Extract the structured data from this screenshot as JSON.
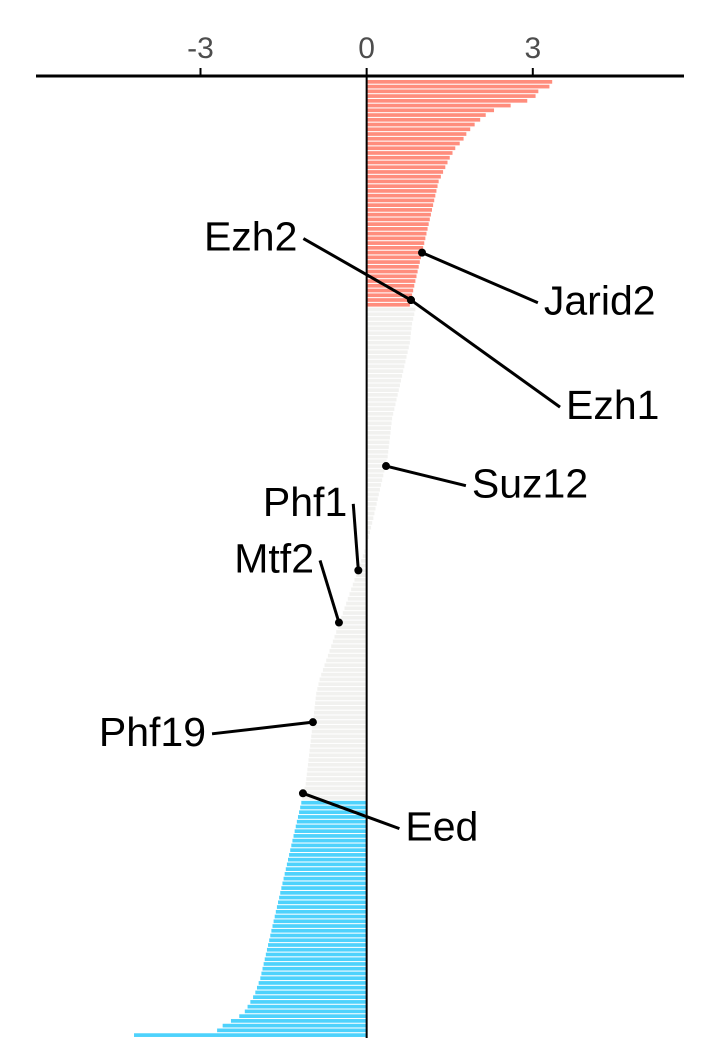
{
  "chart_data": {
    "type": "bar",
    "orientation": "horizontal",
    "xlim": [
      -5.97,
      5.73
    ],
    "xticks": [
      -3,
      0,
      3
    ],
    "xtick_labels": [
      "-3",
      "0",
      "3"
    ],
    "grid": false,
    "colors": {
      "up": "#ff8d7d",
      "neutral": "#f1f1ef",
      "down": "#4ed2fc",
      "axis": "#000000"
    },
    "groups": [
      {
        "name": "up",
        "count": 48,
        "color": "#ff8d7d"
      },
      {
        "name": "neutral",
        "count": 104,
        "color": "#f1f1ef"
      },
      {
        "name": "down",
        "count": 51,
        "color": "#4ed2fc"
      }
    ],
    "values": [
      3.35,
      3.3,
      3.1,
      3.05,
      2.9,
      2.6,
      2.3,
      2.15,
      2.05,
      1.95,
      1.87,
      1.8,
      1.75,
      1.68,
      1.6,
      1.55,
      1.5,
      1.46,
      1.42,
      1.38,
      1.34,
      1.3,
      1.28,
      1.26,
      1.24,
      1.22,
      1.2,
      1.18,
      1.16,
      1.14,
      1.12,
      1.1,
      1.08,
      1.06,
      1.04,
      1.02,
      1.0,
      0.98,
      0.96,
      0.94,
      0.92,
      0.9,
      0.88,
      0.86,
      0.84,
      0.82,
      0.8,
      0.78,
      0.88,
      0.86,
      0.84,
      0.82,
      0.81,
      0.8,
      0.79,
      0.78,
      0.76,
      0.74,
      0.72,
      0.7,
      0.68,
      0.66,
      0.64,
      0.62,
      0.6,
      0.58,
      0.56,
      0.54,
      0.52,
      0.5,
      0.48,
      0.46,
      0.45,
      0.44,
      0.43,
      0.42,
      0.41,
      0.4,
      0.39,
      0.38,
      0.36,
      0.34,
      0.32,
      0.3,
      0.28,
      0.26,
      0.24,
      0.22,
      0.2,
      0.18,
      0.16,
      0.14,
      0.12,
      0.1,
      0.08,
      0.06,
      0.04,
      0.02,
      -0.02,
      -0.04,
      -0.07,
      -0.1,
      -0.13,
      -0.16,
      -0.19,
      -0.22,
      -0.25,
      -0.28,
      -0.31,
      -0.34,
      -0.37,
      -0.4,
      -0.43,
      -0.46,
      -0.49,
      -0.52,
      -0.55,
      -0.58,
      -0.61,
      -0.64,
      -0.67,
      -0.7,
      -0.73,
      -0.76,
      -0.79,
      -0.82,
      -0.85,
      -0.87,
      -0.89,
      -0.91,
      -0.92,
      -0.93,
      -0.94,
      -0.95,
      -0.96,
      -0.97,
      -0.98,
      -0.99,
      -1.0,
      -1.01,
      -1.02,
      -1.03,
      -1.04,
      -1.05,
      -1.06,
      -1.07,
      -1.08,
      -1.09,
      -1.1,
      -1.12,
      -1.14,
      -1.16,
      -1.18,
      -1.2,
      -1.22,
      -1.24,
      -1.26,
      -1.28,
      -1.3,
      -1.32,
      -1.34,
      -1.36,
      -1.38,
      -1.4,
      -1.42,
      -1.44,
      -1.46,
      -1.48,
      -1.5,
      -1.52,
      -1.54,
      -1.56,
      -1.58,
      -1.6,
      -1.62,
      -1.64,
      -1.66,
      -1.68,
      -1.7,
      -1.72,
      -1.74,
      -1.76,
      -1.78,
      -1.8,
      -1.82,
      -1.84,
      -1.86,
      -1.88,
      -1.9,
      -1.92,
      -1.95,
      -1.98,
      -2.01,
      -2.05,
      -2.1,
      -2.15,
      -2.2,
      -2.3,
      -2.45,
      -2.6,
      -2.7,
      -4.2
    ],
    "annotations": [
      {
        "label": "Jarid2",
        "x": 1.0,
        "label_x": 3.2,
        "label_y_frac": 0.245
      },
      {
        "label": "Ezh2",
        "x": 0.8,
        "label_x": -1.25,
        "label_y_frac": 0.178
      },
      {
        "label": "Ezh1",
        "x": 0.8,
        "label_x": 3.6,
        "label_y_frac": 0.354
      },
      {
        "label": "Suz12",
        "x": 0.35,
        "label_x": 1.9,
        "label_y_frac": 0.436
      },
      {
        "label": "Phf1",
        "x": -0.15,
        "label_x": -0.35,
        "label_y_frac": 0.455
      },
      {
        "label": "Mtf2",
        "x": -0.5,
        "label_x": -0.95,
        "label_y_frac": 0.514
      },
      {
        "label": "Phf19",
        "x": -0.97,
        "label_x": -2.9,
        "label_y_frac": 0.695
      },
      {
        "label": "Eed",
        "x": -1.15,
        "label_x": 0.7,
        "label_y_frac": 0.794
      }
    ]
  }
}
